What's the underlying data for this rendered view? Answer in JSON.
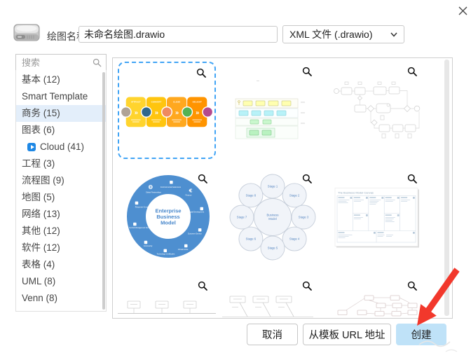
{
  "header": {
    "name_label": "绘图名称:",
    "name_value": "未命名绘图.drawio",
    "file_type": "XML 文件 (.drawio)"
  },
  "icons": {
    "close": "x-mark",
    "drive": "hard-disk",
    "search": "magnifier",
    "zoom_preview": "magnifier",
    "cloud_badge": "play-badge",
    "select_chevron": "chevron-down"
  },
  "sidebar": {
    "search_placeholder": "搜索",
    "items": [
      {
        "label": "基本 (12)",
        "selected": false
      },
      {
        "label": "Smart Template",
        "selected": false
      },
      {
        "label": "商务 (15)",
        "selected": true
      },
      {
        "label": "图表 (6)",
        "selected": false
      },
      {
        "label": "Cloud (41)",
        "selected": false,
        "icon": "play-badge"
      },
      {
        "label": "工程 (3)",
        "selected": false
      },
      {
        "label": "流程图 (9)",
        "selected": false
      },
      {
        "label": "地图 (5)",
        "selected": false
      },
      {
        "label": "网络 (13)",
        "selected": false
      },
      {
        "label": "其他 (12)",
        "selected": false
      },
      {
        "label": "软件 (12)",
        "selected": false
      },
      {
        "label": "表格 (4)",
        "selected": false
      },
      {
        "label": "UML (8)",
        "selected": false
      },
      {
        "label": "Venn (8)",
        "selected": false
      }
    ]
  },
  "gallery": {
    "templates": [
      {
        "name": "customer-funnel",
        "selected": true,
        "stage_labels": [
          "ATTRACT",
          "CONVERT",
          "CLOSE",
          "DELIGHT"
        ]
      },
      {
        "name": "pool-swimlane-flow",
        "selected": false
      },
      {
        "name": "bpmn-process",
        "selected": false
      },
      {
        "name": "enterprise-business-model",
        "selected": false,
        "center_lines": [
          "Enterprise",
          "Business",
          "Model"
        ],
        "segments": [
          "Environmental Awareness",
          "Finance",
          "Digital Development",
          "Customer Service",
          "Infrastructure",
          "Technology Certificates",
          "Community",
          "Central Management Service",
          "Response Group",
          "Global Partnerships"
        ]
      },
      {
        "name": "business-model-stages",
        "selected": false,
        "center_lines": [
          "Business",
          "Model"
        ],
        "stages": [
          "Stage 1",
          "Stage 2",
          "Stage 3",
          "Stage 4",
          "Stage 5",
          "Stage 6",
          "Stage 7",
          "Stage 8"
        ]
      },
      {
        "name": "business-model-canvas",
        "selected": false,
        "title": "The Business Model Canvas"
      },
      {
        "name": "org-timeline",
        "selected": false
      },
      {
        "name": "goals-schedule",
        "selected": false
      },
      {
        "name": "node-link-graph",
        "selected": false
      }
    ]
  },
  "footer": {
    "cancel_label": "取消",
    "from_url_label": "从模板 URL 地址",
    "create_label": "创建"
  },
  "colors": {
    "accent_blue": "#41a4f5",
    "selected_item_bg": "#e3eefa",
    "create_button_bg": "#bfe2f8",
    "arrow_red": "#f2382c",
    "donut_blue": "#4e8fd0"
  }
}
